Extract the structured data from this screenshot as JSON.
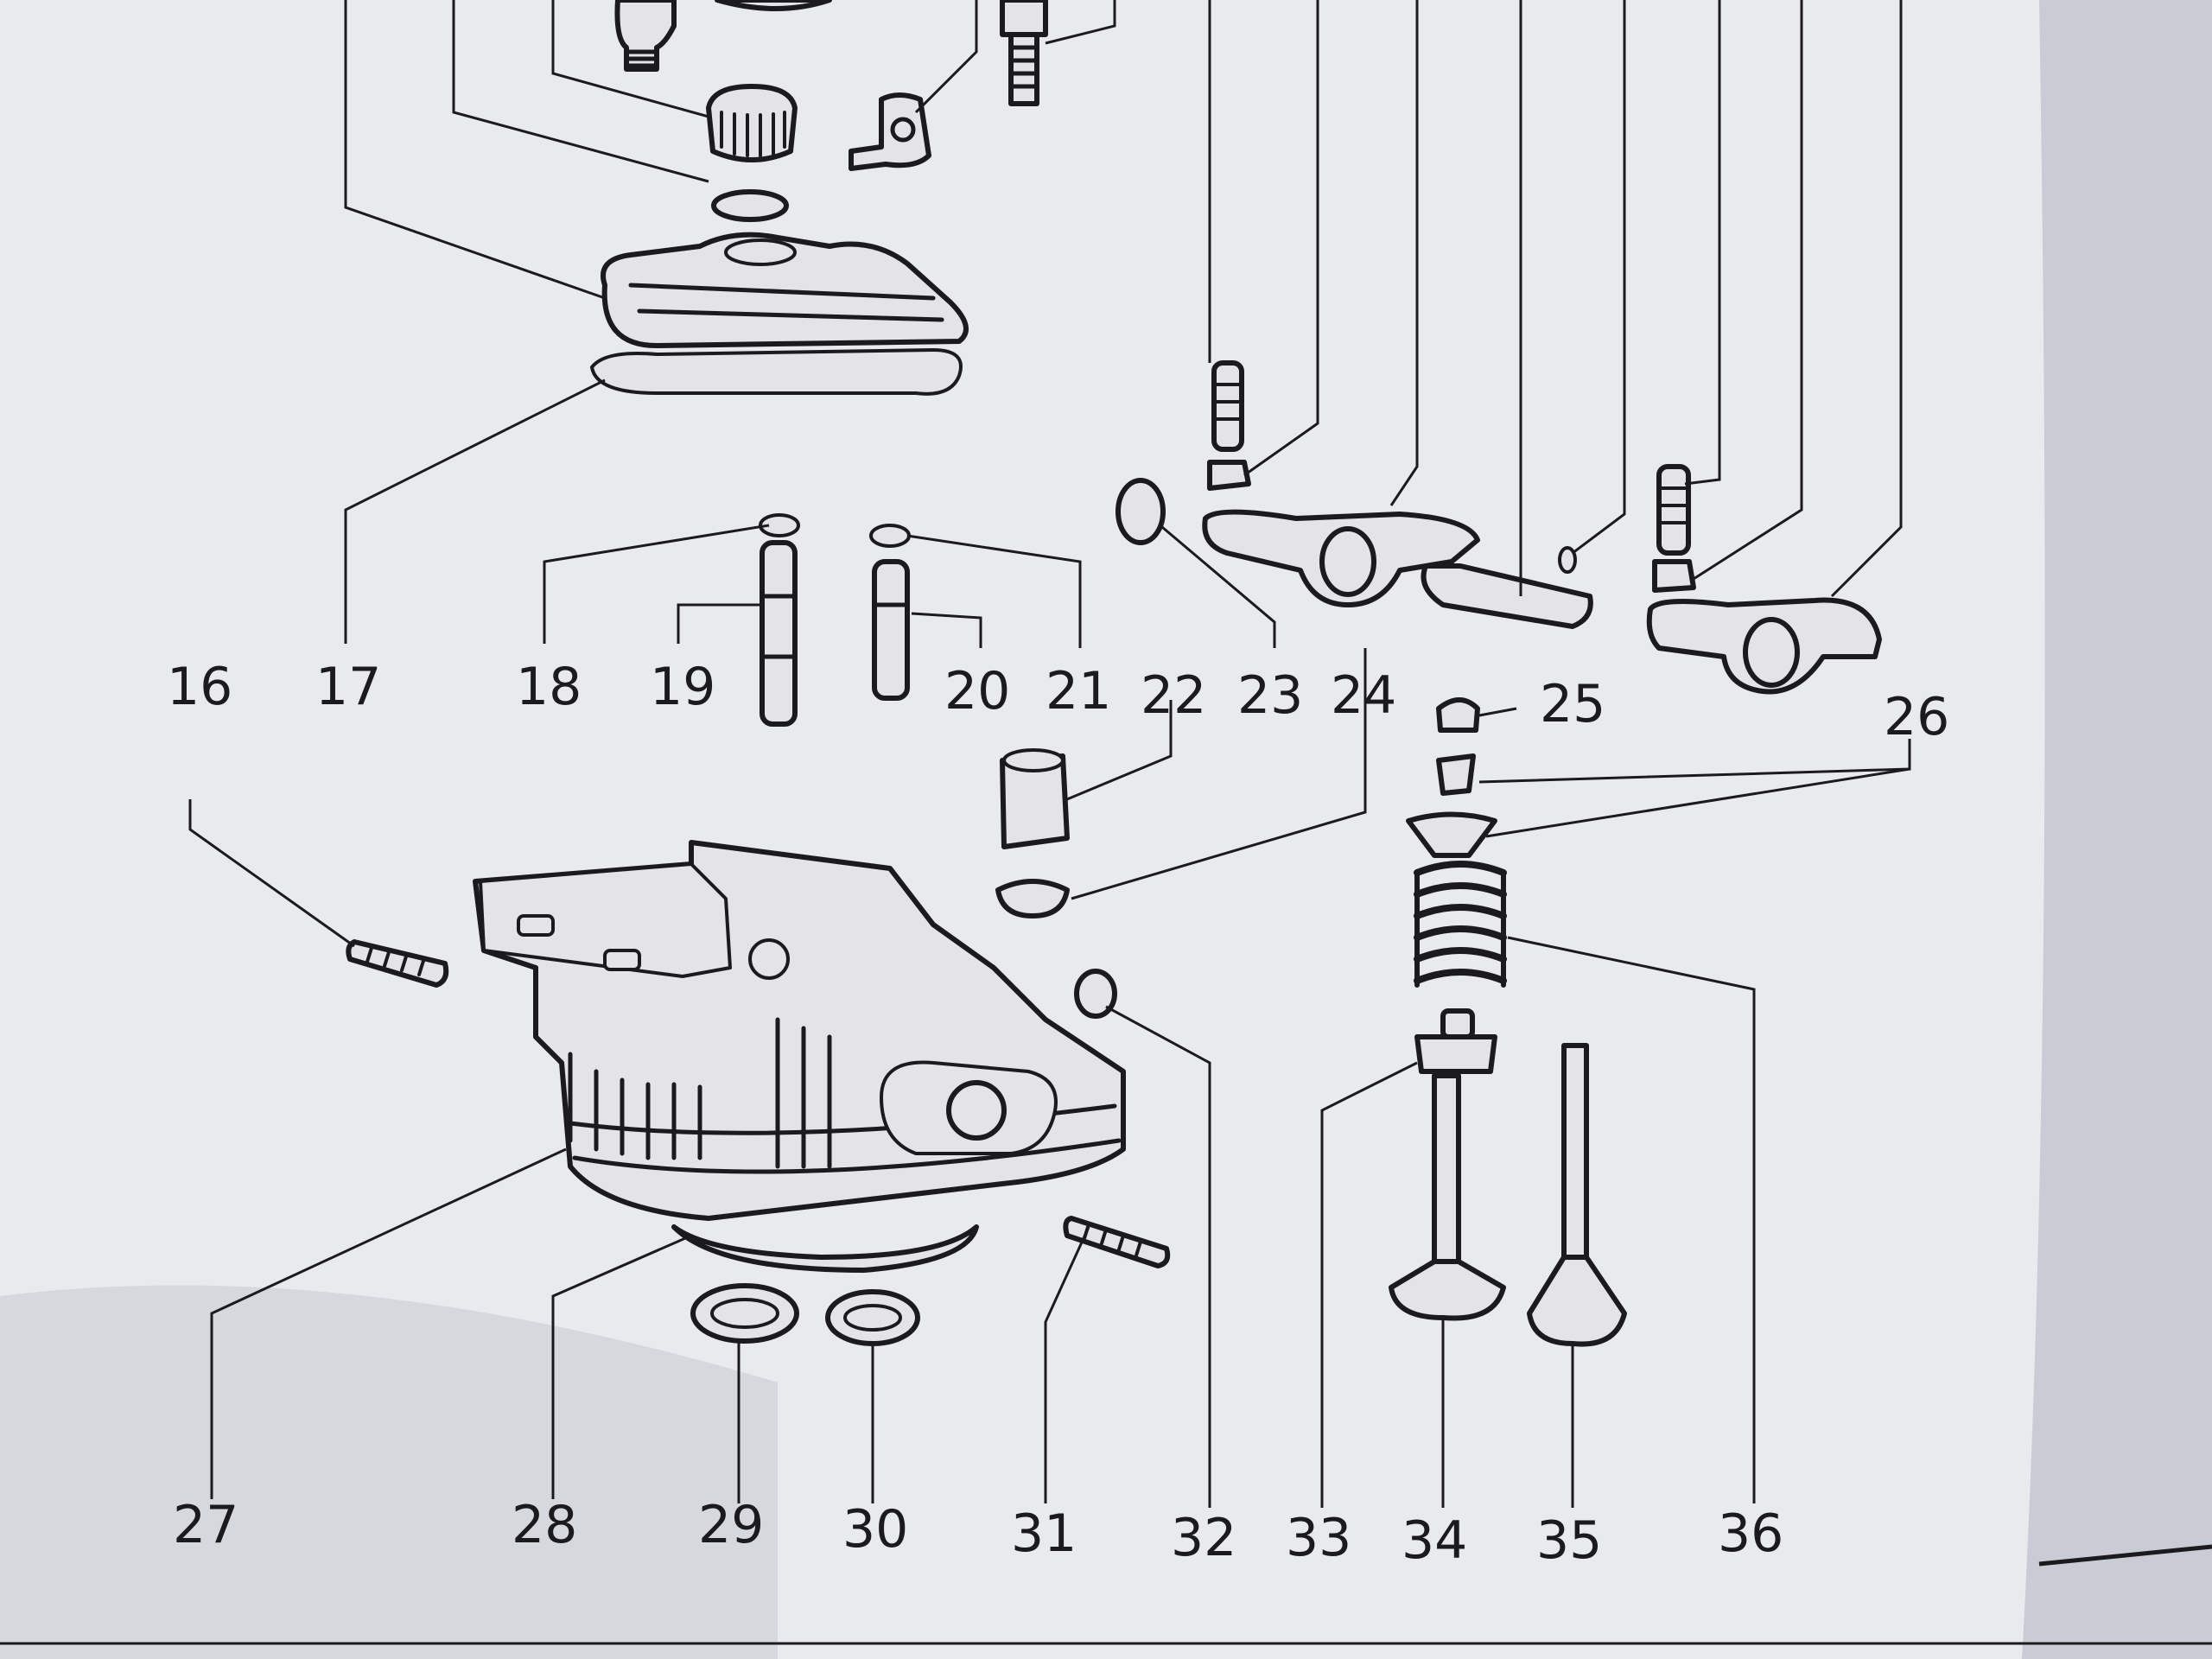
{
  "diagram": {
    "part_numbers": [
      "16",
      "17",
      "18",
      "19",
      "20",
      "21",
      "22",
      "23",
      "24",
      "25",
      "26",
      "27",
      "28",
      "29",
      "30",
      "31",
      "32",
      "33",
      "34",
      "35",
      "36"
    ],
    "colors": {
      "paper": "#e9eaee",
      "ink": "#1b1b1d",
      "shadow": "#c9ccd4"
    }
  }
}
